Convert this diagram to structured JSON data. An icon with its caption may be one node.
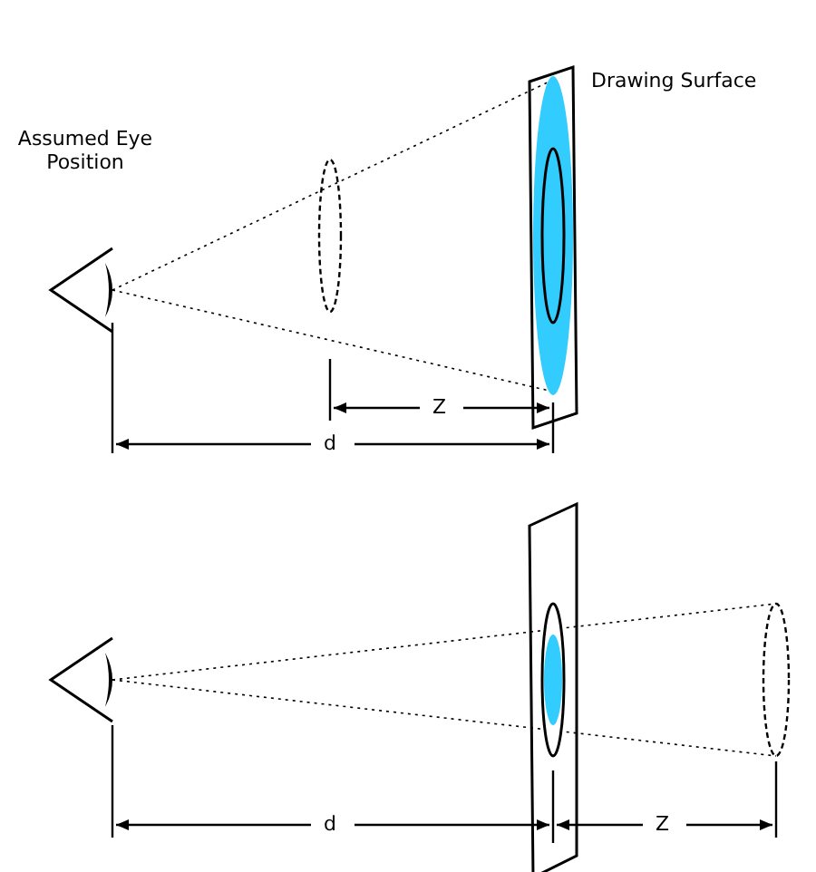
{
  "diagram": {
    "labels": [
      "Drawing Surface",
      "Assumed Eye Position",
      "Z",
      "d",
      "d",
      "Z"
    ]
  }
}
